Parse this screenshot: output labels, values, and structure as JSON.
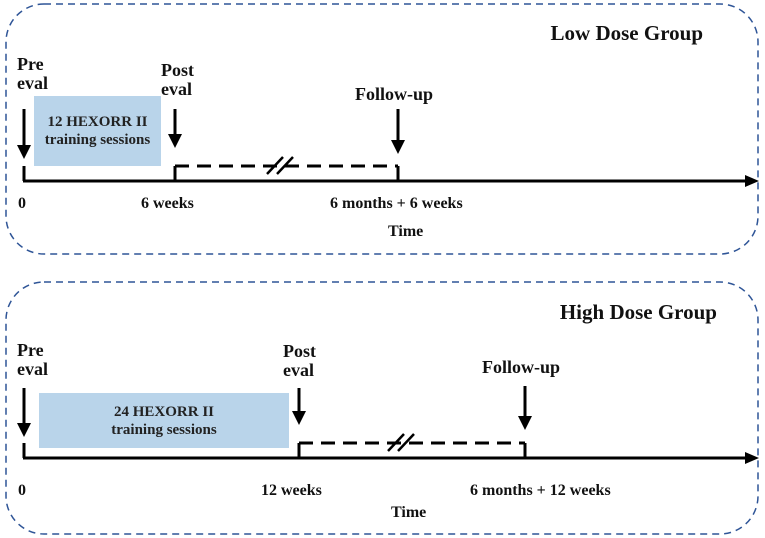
{
  "groups": [
    {
      "title": "Low Dose Group",
      "pre_line1": "Pre",
      "pre_line2": "eval",
      "post_line1": "Post",
      "post_line2": "eval",
      "followup": "Follow-up",
      "sessions_box": "12 HEXORR II training sessions",
      "tick_start": "0",
      "tick_post": "6 weeks",
      "tick_followup": "6 months + 6 weeks",
      "axis_label": "Time"
    },
    {
      "title": "High Dose Group",
      "pre_line1": "Pre",
      "pre_line2": "eval",
      "post_line1": "Post",
      "post_line2": "eval",
      "followup": "Follow-up",
      "sessions_box": "24 HEXORR II training sessions",
      "tick_start": "0",
      "tick_post": "12 weeks",
      "tick_followup": "6 months + 12 weeks",
      "axis_label": "Time"
    }
  ],
  "colors": {
    "panel_border": "#2f5597",
    "box_fill": "#b9d4ea",
    "line": "#000000"
  }
}
